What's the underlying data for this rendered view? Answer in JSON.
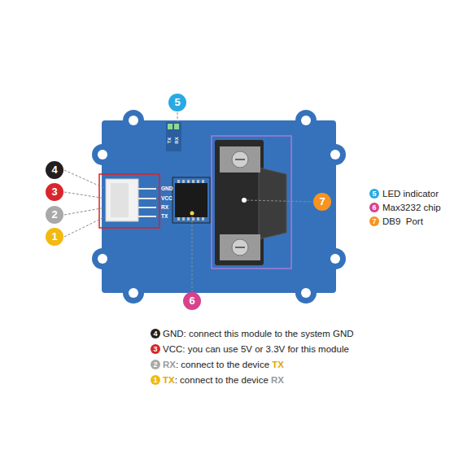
{
  "diagram": {
    "labels": [
      "5",
      "4",
      "3",
      "2",
      "1",
      "7",
      "6",
      "GND",
      "VCC",
      "RX",
      "TX",
      "TX",
      "RX",
      "5",
      "6",
      "7",
      "4",
      "GND: connect this module to the system GND",
      "3",
      "VCC: you can use 5V or 3.3V for this module",
      "2",
      "RX: connect to the device TX",
      "1",
      "TX: connect to the device RX"
    ],
    "legend": [
      {
        "text": "LED indicator",
        "color": "#29a9e1"
      },
      {
        "text": "Max3232 chip",
        "color": "#d8428c"
      },
      {
        "text": "DB9  Port",
        "color": "#f7931e"
      }
    ]
  }
}
